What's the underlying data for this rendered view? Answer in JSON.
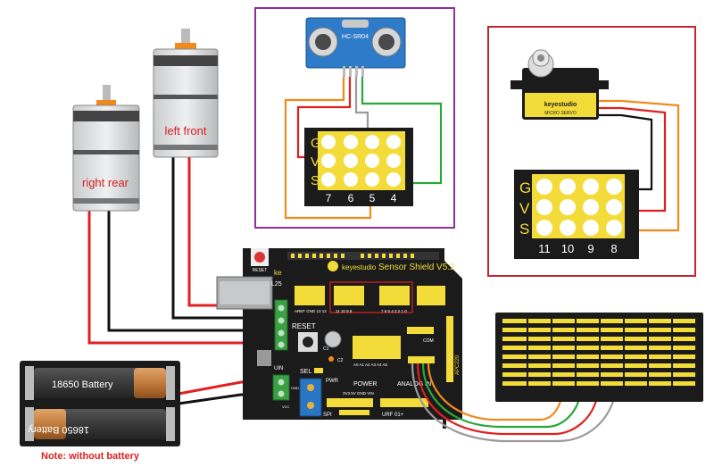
{
  "motors": {
    "right_rear": "right rear",
    "left_front": "left front"
  },
  "ultrasonic": {
    "model": "HC-SR04",
    "pin_rows": [
      "G",
      "V",
      "S"
    ],
    "pin_cols": [
      "7",
      "6",
      "5",
      "4"
    ]
  },
  "servo": {
    "brand": "keyestudio",
    "model": "MICRO SERVO",
    "pin_rows": [
      "G",
      "V",
      "S"
    ],
    "pin_cols": [
      "11",
      "10",
      "9",
      "8"
    ]
  },
  "shield": {
    "reset_button_label": "RESET",
    "reset_label": "RESET",
    "brand": "keyestudio",
    "title": "Sensor Shield V5.2",
    "l_label": "L25",
    "ke_label": "ke",
    "c1": "C1",
    "c2": "C2",
    "sel_label": "SEL",
    "pwr_label": "PWR",
    "power_label": "POWER",
    "analog_in_label": "ANALOG IN",
    "apc_label": "APC220",
    "com_label": "COM",
    "uin_label": "UIN",
    "gnd_label": "GND",
    "vcc_label": "VCC",
    "spi_label": "SPI",
    "urf_label": "URF 01+",
    "a_row_label": "A0 A1 A2 A3 A4 A5",
    "aref_label": "AREF GND 13 12",
    "digital_low_label": "11 10 9 8",
    "digital_mid_label": "7 6 5 4 3 2 1 0",
    "power_pins_label": "3V3 5V GND VIN"
  },
  "battery": {
    "top_label": "18650 Battery",
    "bottom_label": "18650 Battery",
    "note": "Note: without battery"
  },
  "colors": {
    "pcb": "#1b1b1b",
    "pin_yellow": "#f3dc3a",
    "ultrasonic_blue": "#2e7bc9",
    "ultrasonic_frame": "#8e2f9a",
    "servo_frame": "#c2262e",
    "wire_red": "#e02020",
    "wire_orange": "#f08a1c",
    "wire_green": "#2aa63a",
    "wire_gray": "#9a9a9a",
    "note_red": "#e02020"
  }
}
